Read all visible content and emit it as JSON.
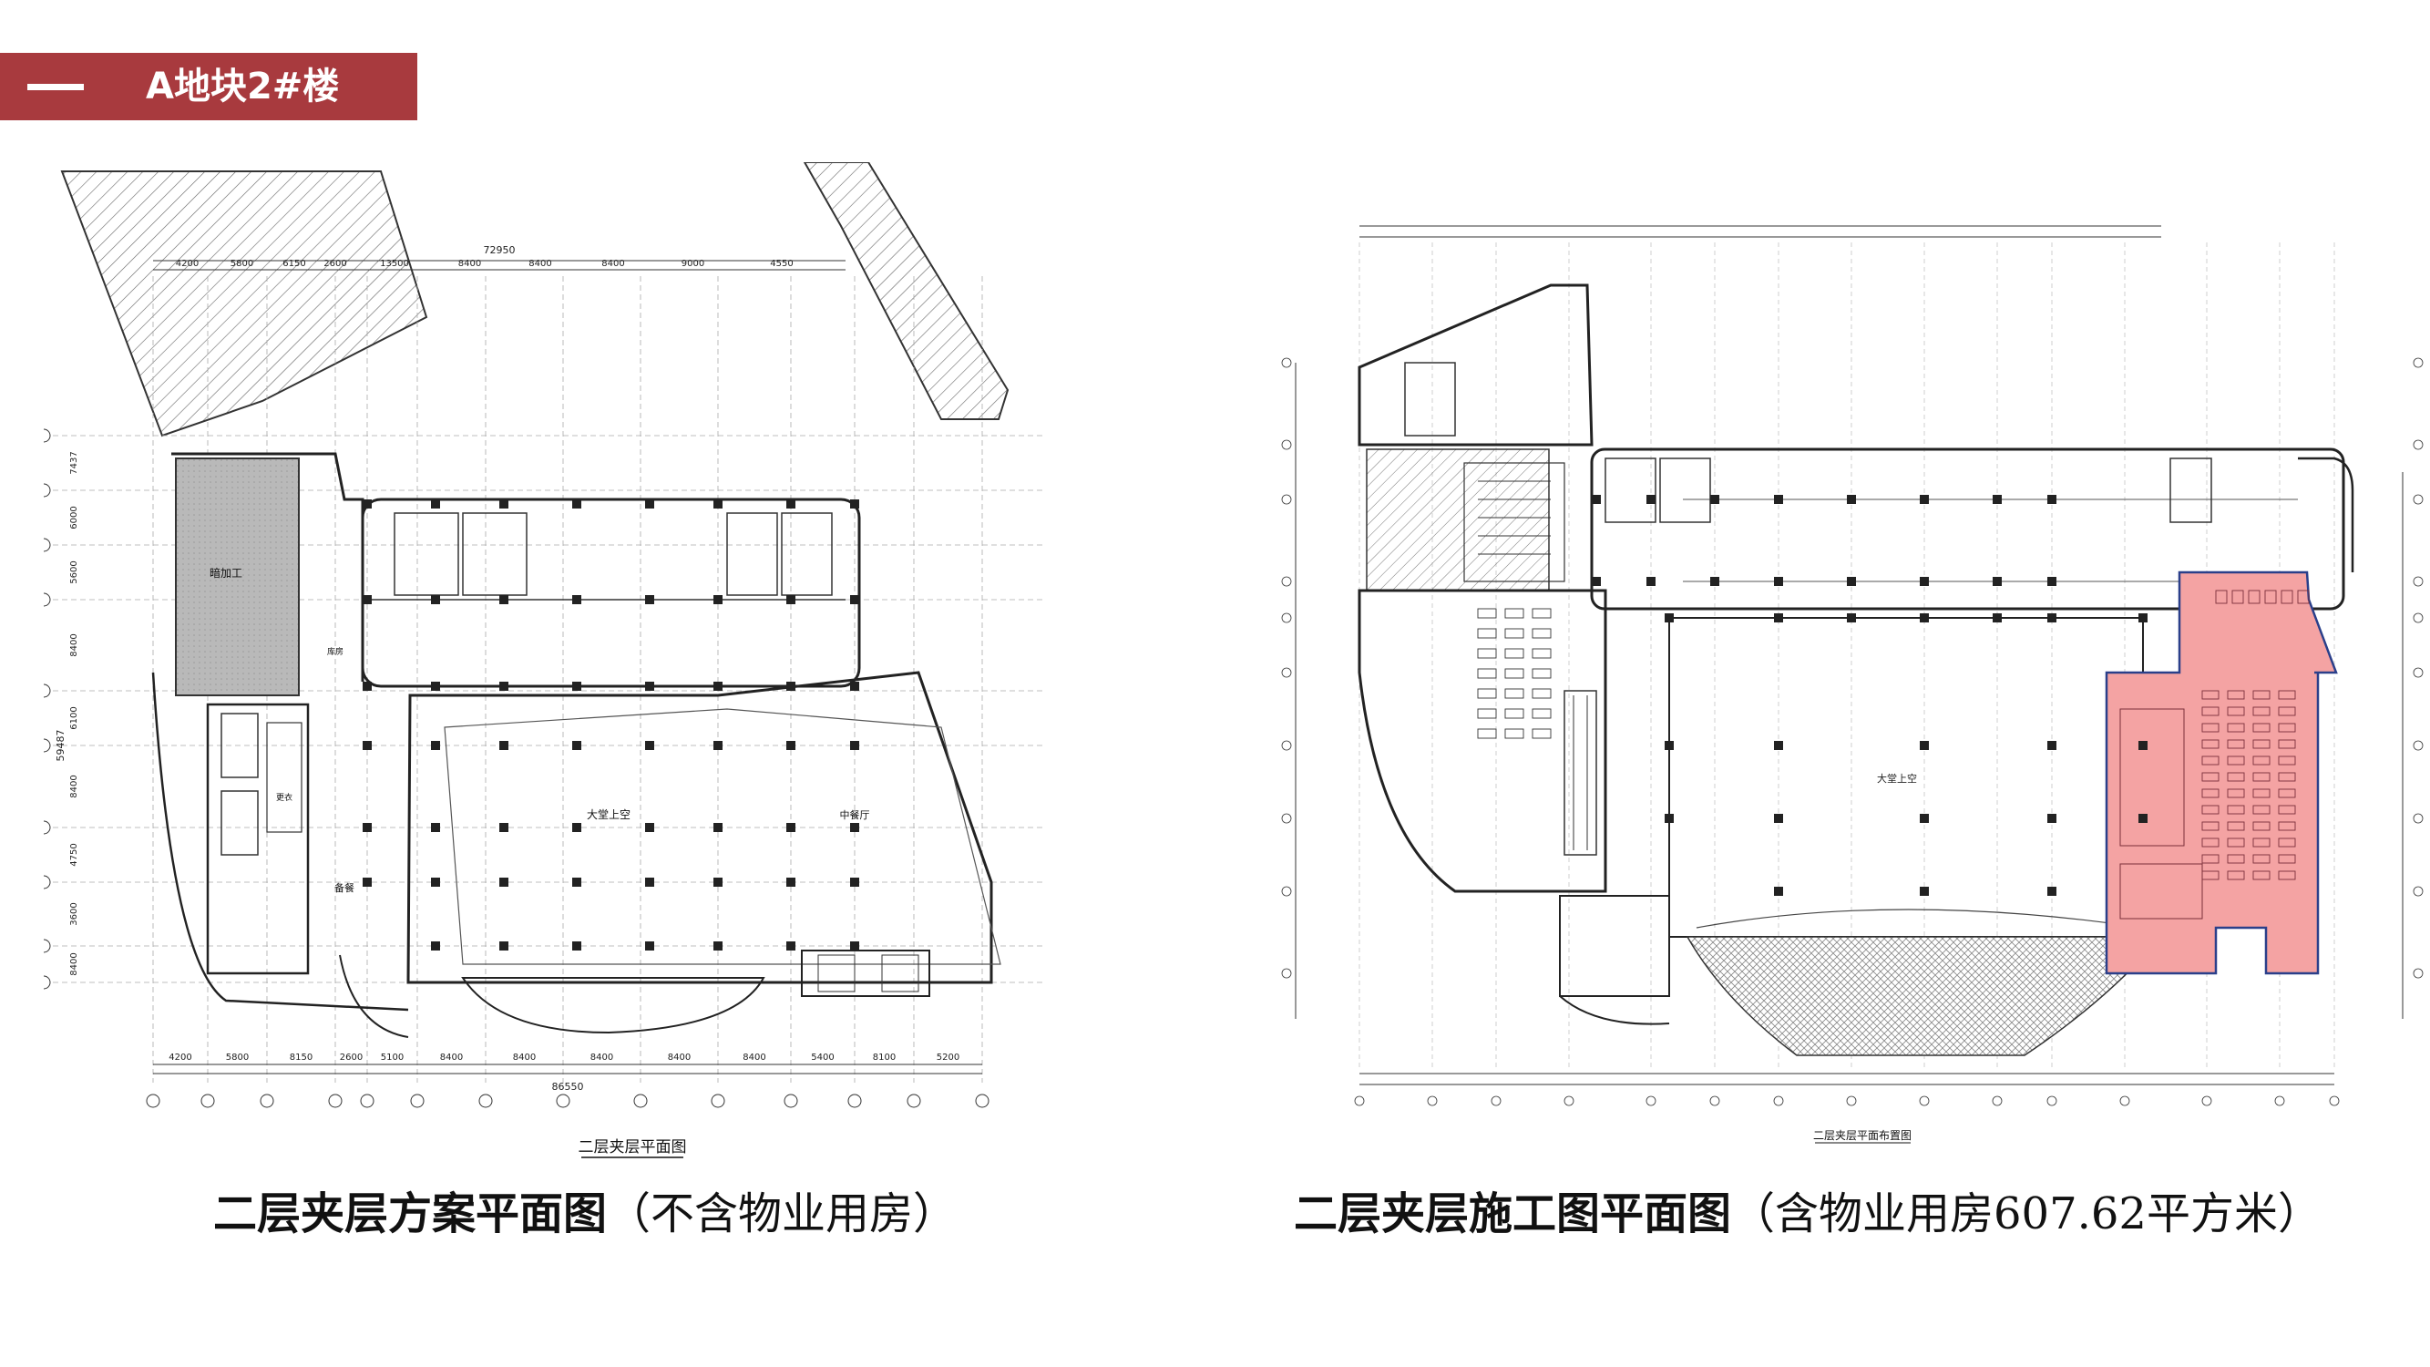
{
  "header": {
    "title": "A地块2#楼",
    "accent_color": "#a83a3e"
  },
  "left_plan": {
    "drawing_title": "二层夹层平面图",
    "caption_main": "二层夹层方案平面图",
    "caption_sub": "（不含物业用房）",
    "top_dims": [
      "4200",
      "5800",
      "6150",
      "2600",
      "13500",
      "8400",
      "8400",
      "8400",
      "9000",
      "4550"
    ],
    "top_total": "72950",
    "bottom_dims": [
      "4200",
      "5800",
      "8150",
      "2600",
      "5100",
      "8400",
      "8400",
      "8400",
      "8400",
      "8400",
      "5400",
      "8100",
      "5200"
    ],
    "bottom_total": "86550",
    "left_dims": [
      "7437",
      "6000",
      "5600",
      "8400",
      "6100",
      "8400",
      "4750",
      "3600",
      "8400"
    ],
    "left_total": "59487",
    "room_labels": [
      "暗加工",
      "大堂上空",
      "中餐厅",
      "备餐",
      "更衣",
      "库房"
    ]
  },
  "right_plan": {
    "drawing_title": "二层夹层平面布置图",
    "caption_main": "二层夹层施工图平面图",
    "caption_sub": "（含物业用房607.62平方米）",
    "highlight_color": "#f4a3a3",
    "highlight_border": "#2a3f8a",
    "room_labels": [
      "大堂上空"
    ]
  }
}
